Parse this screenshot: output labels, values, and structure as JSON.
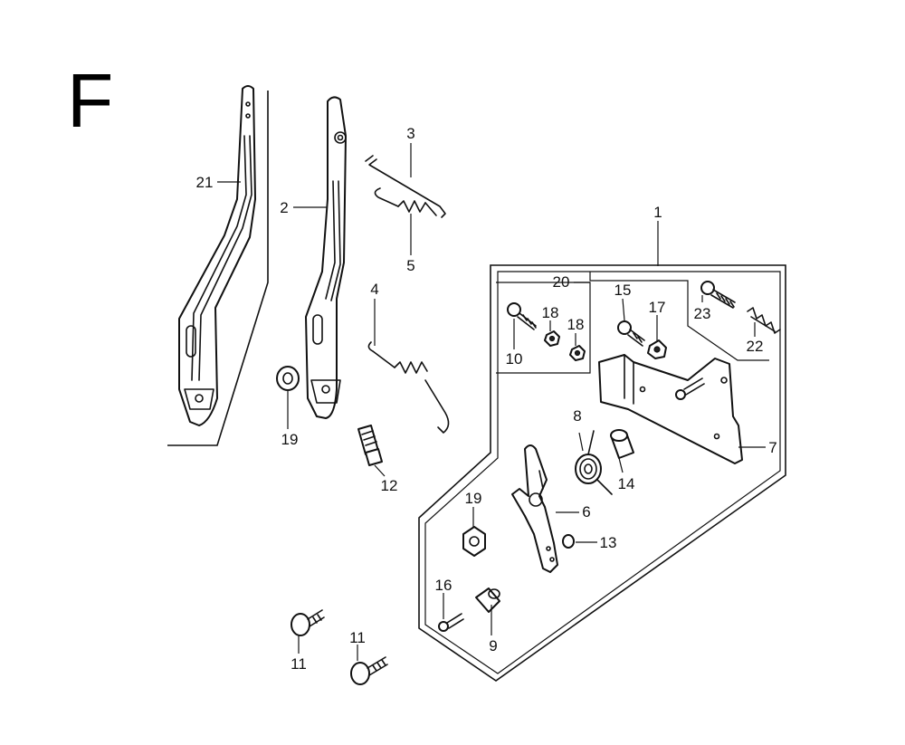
{
  "diagram": {
    "section_letter": "F",
    "callouts": {
      "c1": "1",
      "c2": "2",
      "c3": "3",
      "c4": "4",
      "c5": "5",
      "c6": "6",
      "c7": "7",
      "c8": "8",
      "c9": "9",
      "c10": "10",
      "c11a": "11",
      "c11b": "11",
      "c12": "12",
      "c13": "13",
      "c14": "14",
      "c15": "15",
      "c16": "16",
      "c17": "17",
      "c18a": "18",
      "c18b": "18",
      "c19a": "19",
      "c19b": "19",
      "c20": "20",
      "c21": "21",
      "c22": "22",
      "c23": "23"
    }
  }
}
